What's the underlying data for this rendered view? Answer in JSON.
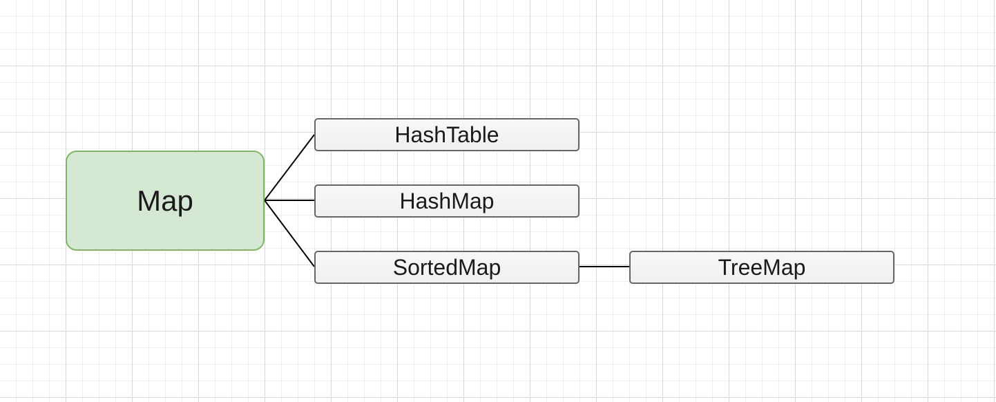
{
  "diagram": {
    "root": {
      "label": "Map"
    },
    "children": [
      {
        "label": "HashTable"
      },
      {
        "label": "HashMap"
      },
      {
        "label": "SortedMap",
        "children": [
          {
            "label": "TreeMap"
          }
        ]
      }
    ]
  },
  "colors": {
    "root_fill": "#d5e8d4",
    "root_stroke": "#82b366",
    "child_fill": "#f5f5f5",
    "child_stroke": "#666666",
    "edge": "#000000"
  }
}
